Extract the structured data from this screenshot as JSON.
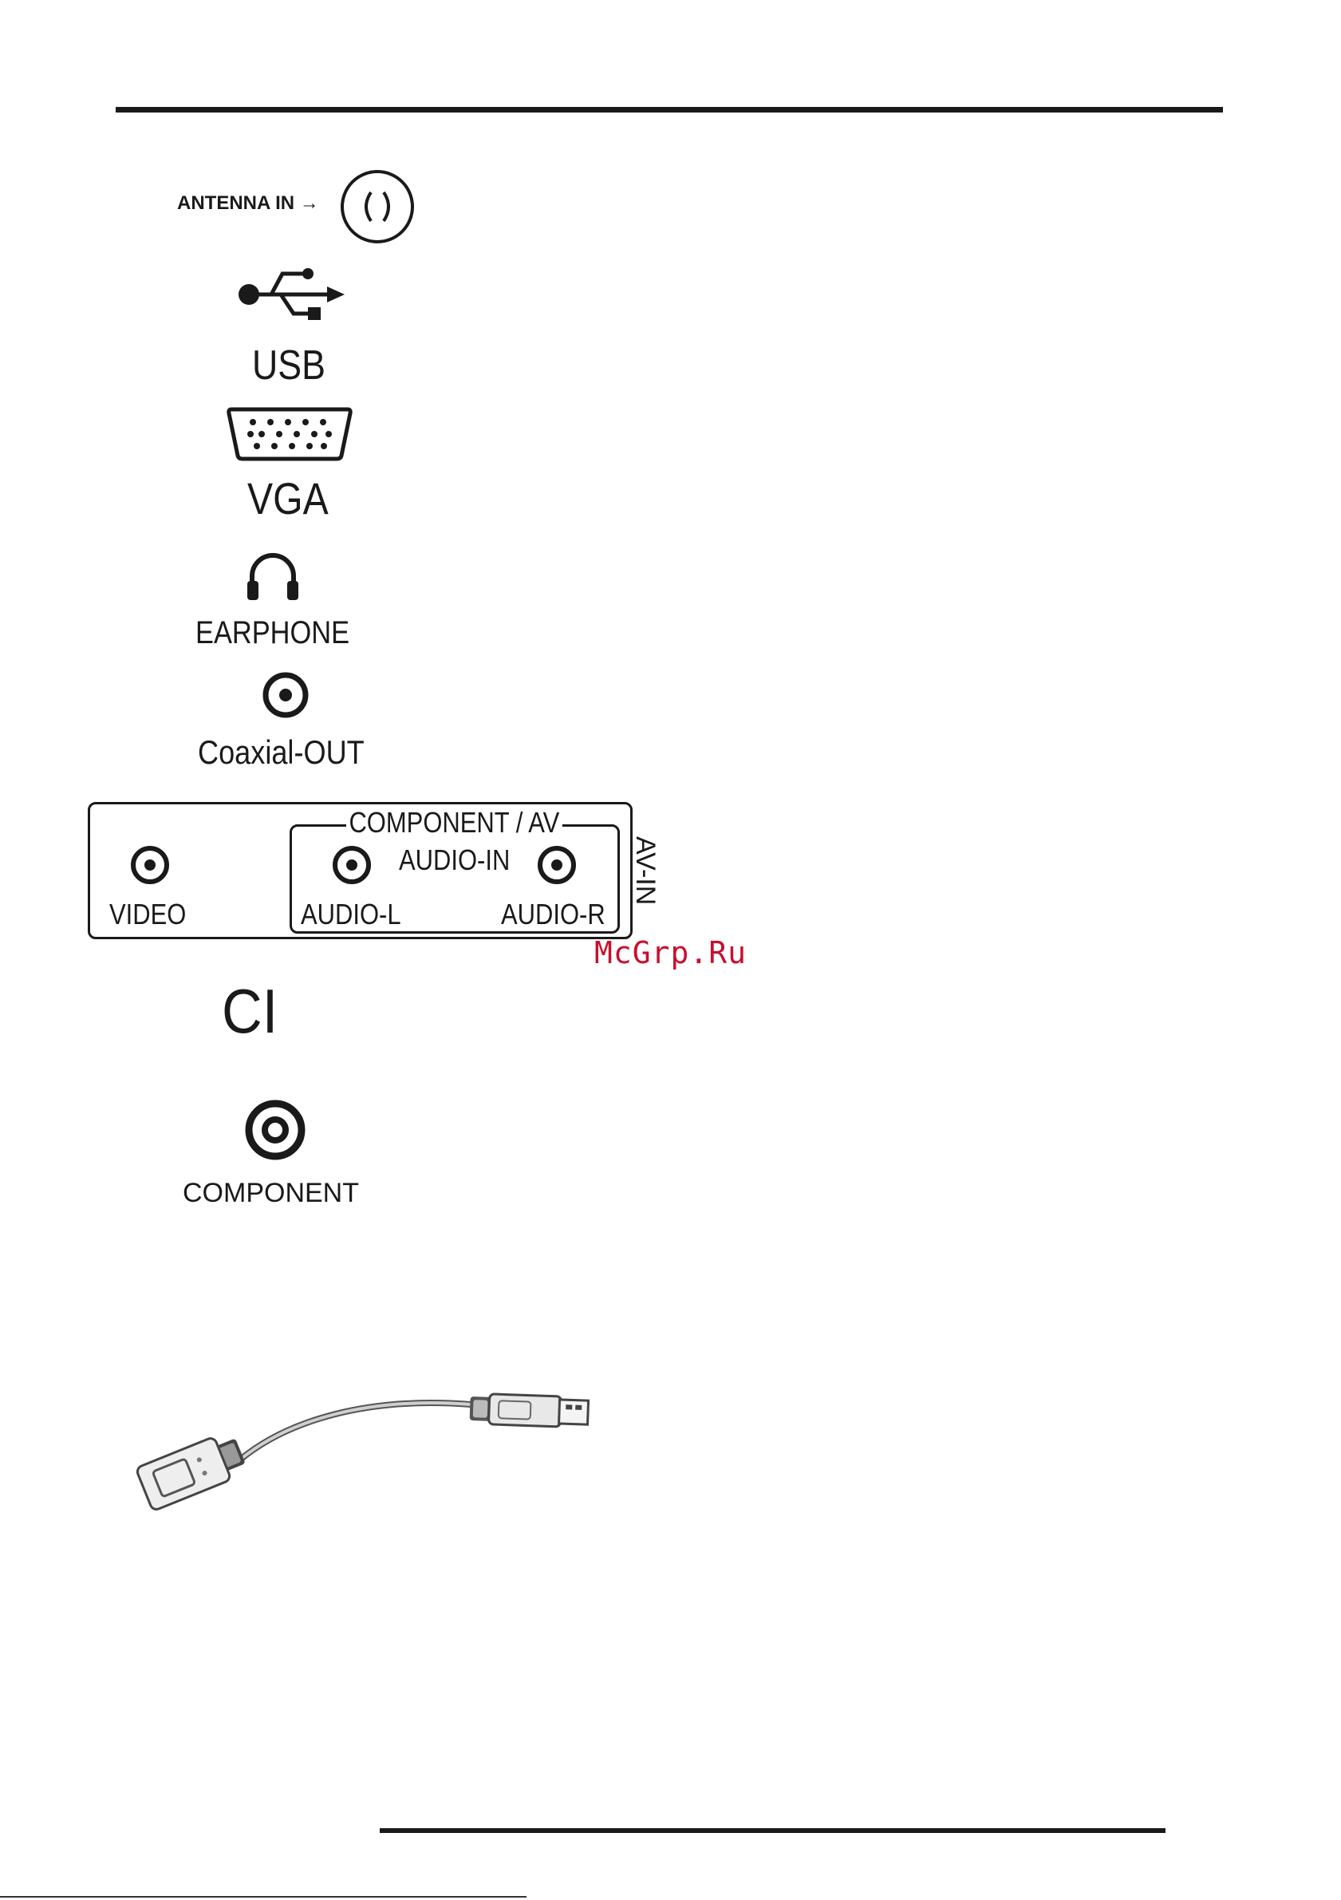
{
  "connectors": {
    "antenna_label": "ANTENNA IN",
    "usb_label": "USB",
    "vga_label": "VGA",
    "earphone_label": "EARPHONE",
    "coaxial_label": "Coaxial-OUT",
    "ci_label": "CI",
    "component_label": "COMPONENT"
  },
  "av_panel": {
    "group_title": "COMPONENT / AV",
    "audio_in_label": "AUDIO-IN",
    "side_label": "AV-IN",
    "video_label": "VIDEO",
    "audio_l_label": "AUDIO-L",
    "audio_r_label": "AUDIO-R"
  },
  "watermark": "McGrp.Ru",
  "icons": {
    "antenna": "antenna-jack-icon",
    "usb": "usb-trident-icon",
    "vga": "vga-port-icon",
    "earphone": "headphones-icon",
    "coaxial": "rca-jack-icon",
    "component": "rca-jack-icon",
    "cable": "usb-extension-cable-image"
  },
  "colors": {
    "ink": "#1a1a1a",
    "watermark": "#c8102e"
  }
}
